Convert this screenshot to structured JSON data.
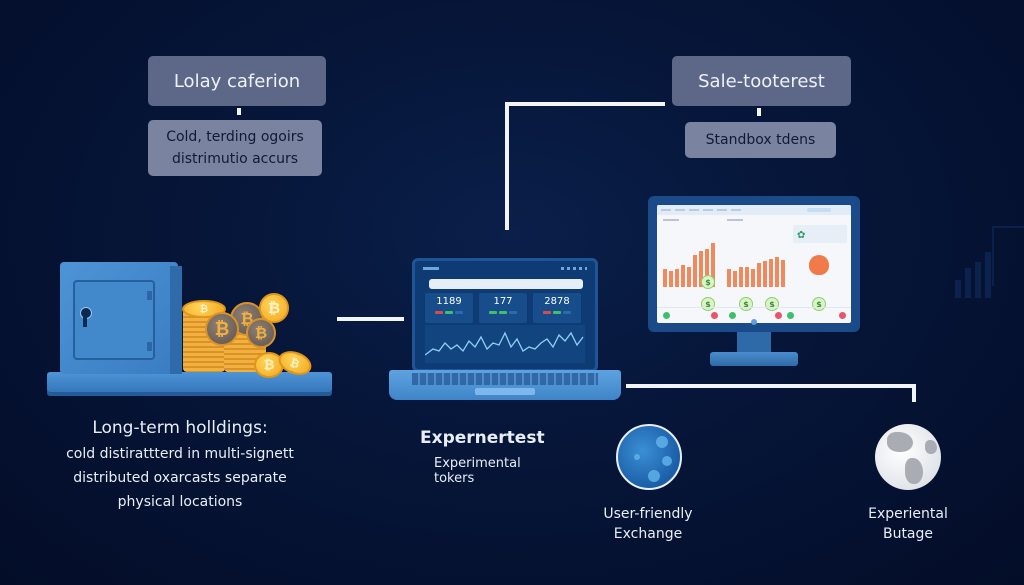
{
  "top_left": {
    "title": "Lolay caferion",
    "subtitle_lines": [
      "Cold, terding ogoirs",
      "distrimutio accurs"
    ]
  },
  "top_right": {
    "title": "Sale-tooterest",
    "subtitle": "Standbox tdens"
  },
  "vault_section": {
    "icon": "vault-with-bitcoins",
    "caption_lines": [
      "Long-term holldings:",
      "cold distirattterd in multi-signett",
      "distributed oxarcasts separate",
      "physical locations"
    ]
  },
  "laptop_section": {
    "icon": "laptop-dashboard",
    "dashboard_stats": [
      "1189",
      "177",
      "2878"
    ],
    "title": "Expernertest",
    "subtitle": "Experimental tokers"
  },
  "monitor_section": {
    "icon": "desktop-dashboard",
    "panels": [
      {
        "bars": [
          40,
          38,
          42,
          48,
          44,
          62,
          70,
          78,
          92
        ]
      },
      {
        "bars": [
          42,
          40,
          44,
          44,
          42,
          50,
          54,
          58,
          60,
          56
        ]
      },
      {
        "type": "hand-icon"
      }
    ]
  },
  "exchange_section": {
    "icon": "blue-globe",
    "label_lines": [
      "User-friendly",
      "Exchange"
    ]
  },
  "experiential_section": {
    "icon": "white-globe",
    "label_lines": [
      "Experiental",
      "Butage"
    ]
  },
  "colors": {
    "background": "#061538",
    "label_box": "#5d6889",
    "label_box_sub": "#7a84a1",
    "connector": "#f2f4f8",
    "accent_blue": "#3f85c8",
    "coin_gold": "#f2a81f",
    "chart_bar": "#f08a5d"
  }
}
